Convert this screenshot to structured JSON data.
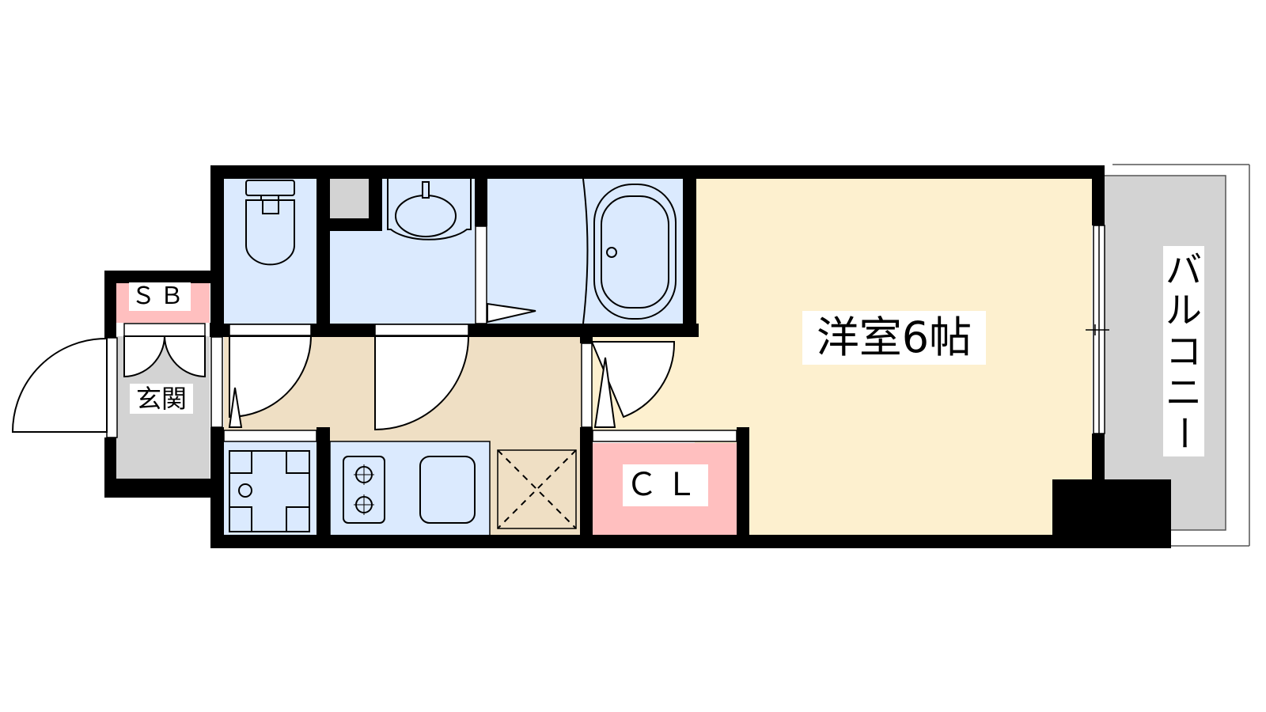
{
  "floor_plan": {
    "colors": {
      "wall": "#000000",
      "wet_area": "#dbeafe",
      "corridor": "#efdfc4",
      "main_room": "#fdf0cf",
      "storage": "#ffbfbf",
      "entrance": "#d3d3d3",
      "balcony": "#d3d3d3",
      "label_bg": "#ffffff"
    },
    "rooms": {
      "shoe_box": {
        "label": "ＳＢ"
      },
      "entrance": {
        "label": "玄関"
      },
      "main_room": {
        "label": "洋室6帖",
        "type": "洋室",
        "size_jo": 6
      },
      "closet": {
        "label": "ＣＬ"
      },
      "balcony": {
        "label": "バルコニー",
        "chars": [
          "バ",
          "ル",
          "コ",
          "ニ",
          "ー"
        ]
      },
      "toilet": {
        "label": ""
      },
      "washroom": {
        "label": ""
      },
      "bathroom": {
        "label": ""
      },
      "kitchen": {
        "label": ""
      },
      "laundry": {
        "label": ""
      }
    },
    "fixtures": [
      "toilet",
      "washbasin",
      "bathtub",
      "washing-machine-pan",
      "two-burner-stove",
      "sink",
      "refrigerator-space",
      "pipe-shaft"
    ]
  }
}
